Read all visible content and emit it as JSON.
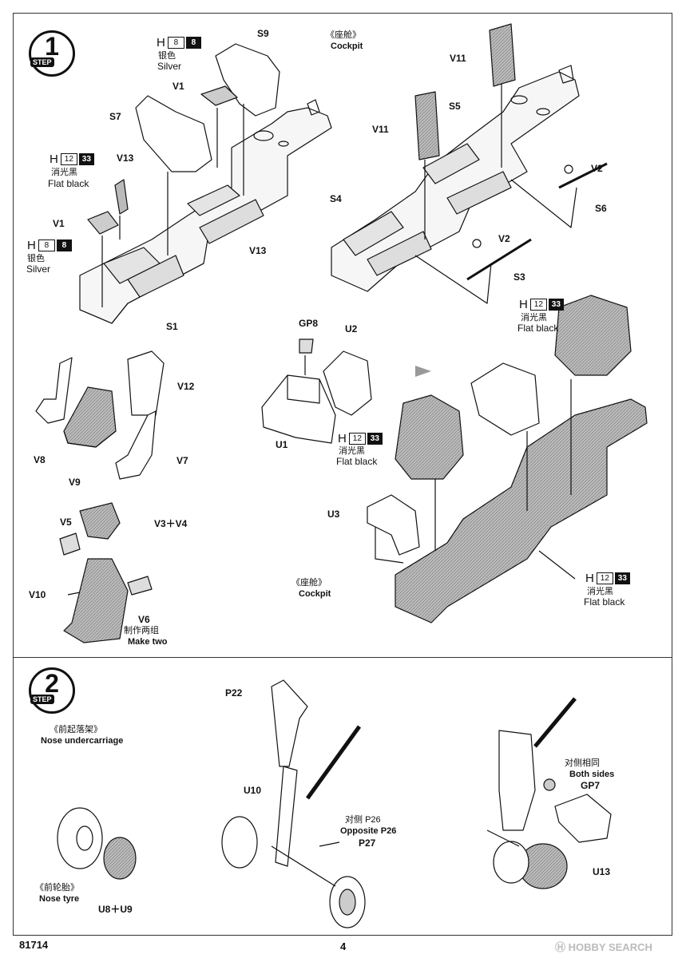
{
  "step1": {
    "number": "1",
    "tag": "STEP"
  },
  "step2": {
    "number": "2",
    "tag": "STEP"
  },
  "parts": {
    "S9": "S9",
    "V1a": "V1",
    "S7": "S7",
    "V13a": "V13",
    "V1b": "V1",
    "V13b": "V13",
    "S1": "S1",
    "V11a": "V11",
    "V11b": "V11",
    "S5": "S5",
    "S4": "S4",
    "V2a": "V2",
    "S6": "S6",
    "V2b": "V2",
    "S3": "S3",
    "GP8": "GP8",
    "U2": "U2",
    "U1": "U1",
    "U3": "U3",
    "V12": "V12",
    "V8": "V8",
    "V9": "V9",
    "V7": "V7",
    "V5": "V5",
    "V3V4": "V3＋V4",
    "V10": "V10",
    "V6": "V6",
    "P22": "P22",
    "U10": "U10",
    "P26": "P26",
    "P27": "P27",
    "GP7": "GP7",
    "U13": "U13",
    "U8U9": "U8＋U9"
  },
  "paints": {
    "silver": {
      "letter": "H",
      "num": "8",
      "code": "8",
      "cn": "银色",
      "en": "Silver"
    },
    "flatblack": {
      "letter": "H",
      "num": "12",
      "code": "33",
      "cn": "消光黑",
      "en": "Flat black"
    }
  },
  "titles": {
    "cockpit_cn": "《座舱》",
    "cockpit_en": "Cockpit",
    "make_two_cn": "制作两组",
    "make_two_en": "Make two",
    "nose_uc_cn": "《前起落架》",
    "nose_uc_en": "Nose undercarriage",
    "nose_tyre_cn": "《前轮胎》",
    "nose_tyre_en": "Nose tyre",
    "opposite_cn": "对侧",
    "opposite_en": "Opposite",
    "both_cn": "对侧相同",
    "both_en": "Both sides"
  },
  "footer": {
    "model": "81714",
    "page": "4",
    "watermark": "HOBBY SEARCH"
  }
}
